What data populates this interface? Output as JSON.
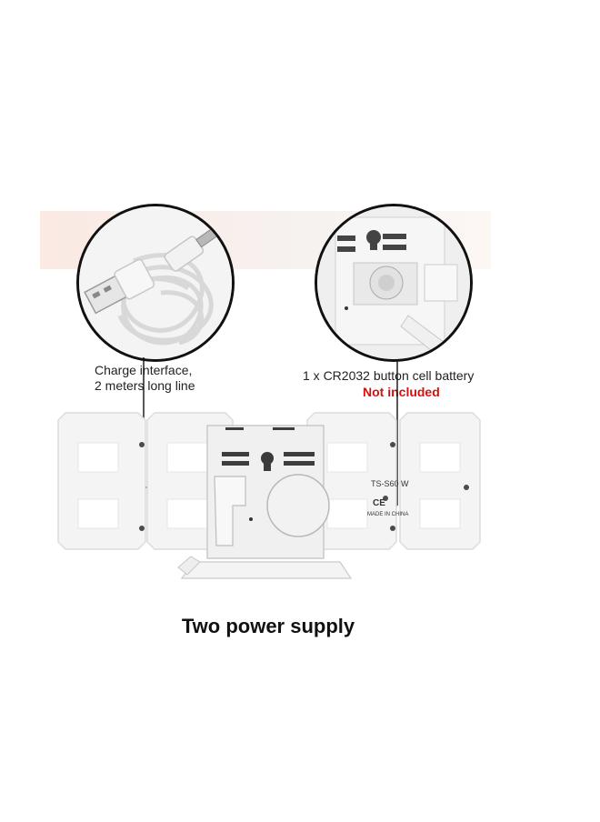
{
  "labels": {
    "charge_line1": "Charge interface,",
    "charge_line2": "2 meters long line",
    "battery": "1 x CR2032 button cell battery",
    "not_included": "Not included"
  },
  "caption": "Two power supply",
  "device": {
    "model": "TS-S60 W",
    "ce_mark": "CE",
    "made_in": "MADE IN CHINA"
  },
  "colors": {
    "background": "#ffffff",
    "device_body": "#f3f3f3",
    "outline": "#111111",
    "warning": "#d41111"
  }
}
